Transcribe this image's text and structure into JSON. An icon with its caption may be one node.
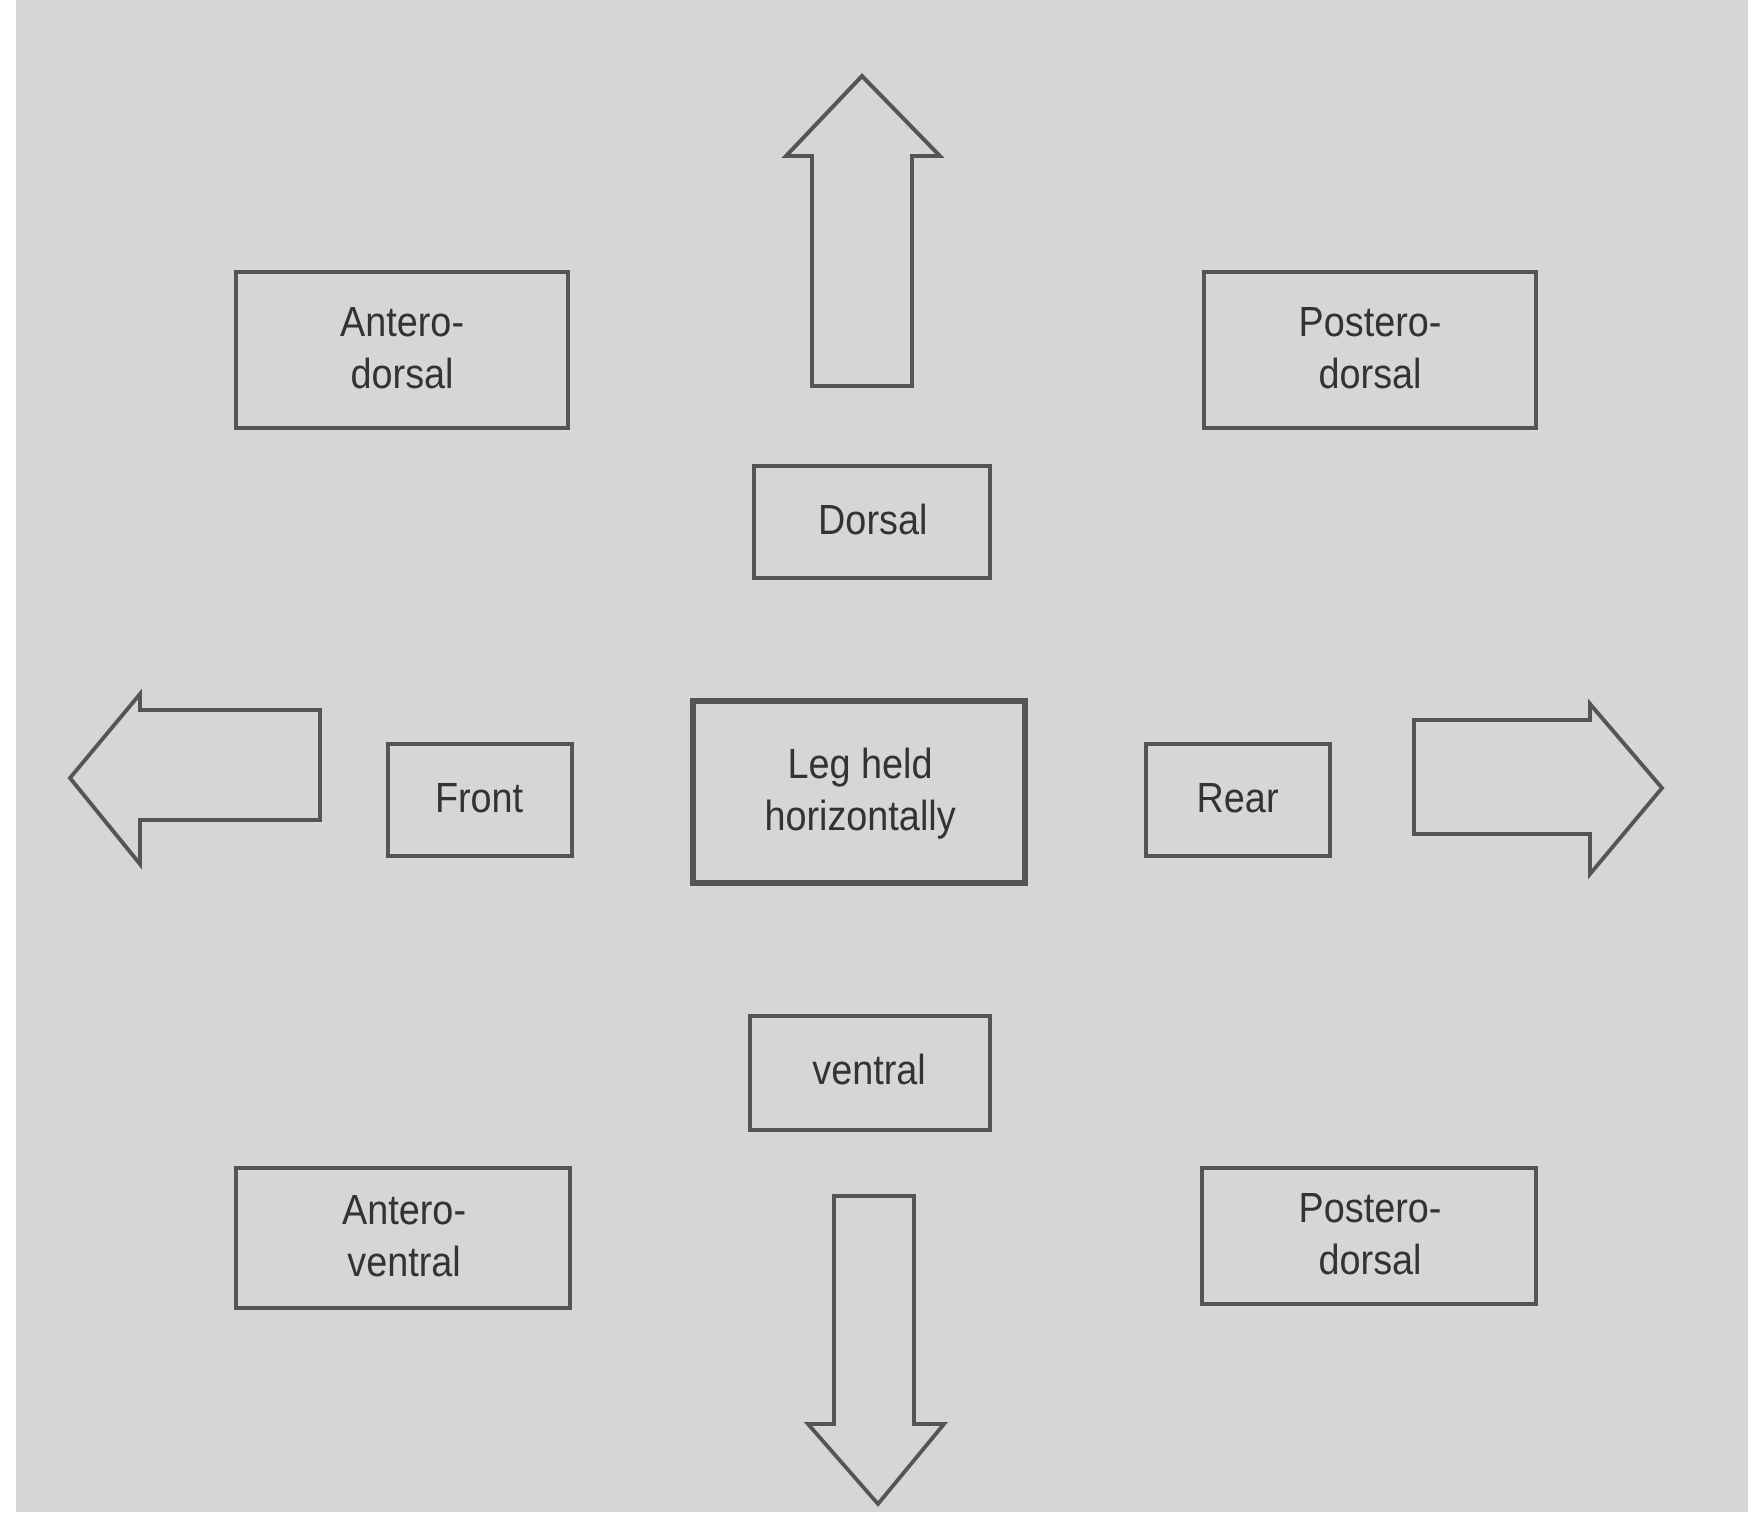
{
  "diagram": {
    "nodes": [
      {
        "text": [
          "Antero- dorsal"
        ]
      },
      {
        "text": [
          "Postero- dorsal"
        ]
      },
      {
        "text": [
          "Dorsal"
        ]
      },
      {
        "text": [
          "Front"
        ]
      },
      {
        "text": [
          "Leg held horizontally"
        ]
      },
      {
        "text": [
          "Rear"
        ]
      },
      {
        "text": [
          "ventral"
        ]
      },
      {
        "text": [
          "Antero- ventral"
        ]
      },
      {
        "text": [
          "Postero- dorsal"
        ]
      }
    ]
  }
}
